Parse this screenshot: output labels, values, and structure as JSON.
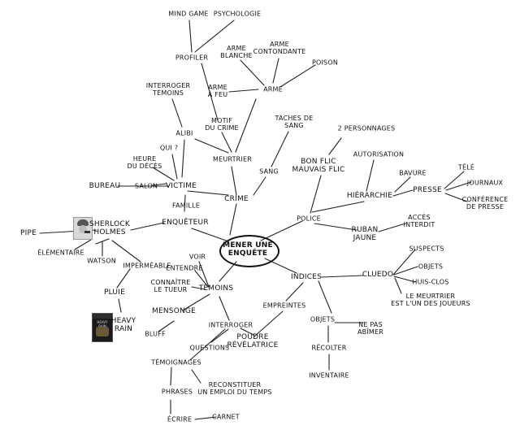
{
  "center": "MENER UNE\nENQUÊTE",
  "nodes": {
    "mind_game": "MIND GAME",
    "psychologie": "PSYCHOLOGIE",
    "profiler": "PROFILER",
    "arme_blanche": "ARME\nBLANCHE",
    "arme_contondante": "ARME\nCONTONDANTE",
    "poison": "POISON",
    "interroger_temoins": "INTERROGER\nTÉMOINS",
    "arme_a_feu": "ARME\nÀ FEU",
    "arme": "ARME",
    "mobile": "MOTIF\nDU CRIME",
    "taches_de_sang": "TACHES DE\nSANG",
    "alibi": "ALIBI",
    "qui": "QUI ?",
    "meurtrier": "MEURTRIER",
    "heure_deces": "HEURE\nDU DÉCÈS",
    "sang": "SANG",
    "deux_personnages": "2 PERSONNAGES",
    "bon_flic": "BON FLIC\nMAUVAIS FLIC",
    "autorisation": "AUTORISATION",
    "bureau": "BUREAU",
    "salon": "SALON",
    "victime": "VICTIME",
    "crime": "CRIME",
    "bavure": "BAVURE",
    "tele": "TÉLÉ",
    "journaux": "JOURNAUX",
    "presse": "PRESSE",
    "conference": "CONFÉRENCE\nDE PRESSE",
    "hierarchie": "HIÉRARCHIE",
    "famille": "FAMILLE",
    "sherlock": "SHERLOCK\nHOLMES",
    "enqueteur": "ENQUÊTEUR",
    "police": "POLICE",
    "acces_interdit": "ACCÈS\nINTERDIT",
    "ruban_jaune": "RUBAN\nJAUNE",
    "pipe": "PIPE",
    "elementaire": "ÉLÉMENTAIRE",
    "voir": "VOIR",
    "watson": "WATSON",
    "impermeable": "IMPERMÉABLE",
    "entendre": "ENTENDRE",
    "suspects": "SUSPECTS",
    "objets_cluedo": "OBJETS",
    "cluedo": "CLUEDO",
    "huis_clos": "HUIS-CLOS",
    "connaitre_tueur": "CONNAÎTRE\nLE TUEUR",
    "temoins": "TÉMOINS",
    "indices": "INDICES",
    "pluie": "PLUIE",
    "le_meurtrier": "LE MEURTRIER\nEST L'UN DES JOUEURS",
    "mensonge": "MENSONGE",
    "empreintes": "EMPREINTES",
    "heavy_rain": "HEAVY\nRAIN",
    "objets": "OBJETS",
    "ne_pas_abimer": "NE PAS\nABÎMER",
    "bluff": "BLUFF",
    "interroger": "INTERROGER",
    "poudre": "POUDRE\nRÉVÉLATRICE",
    "questions": "QUESTIONS",
    "recolter": "RÉCOLTER",
    "temoignages": "TÉMOIGNAGES",
    "inventaire": "INVENTAIRE",
    "reconstituer": "RECONSTITUER\nUN EMPLOI DU TEMPS",
    "phrases": "PHRASES",
    "ecrire": "ÉCRIRE",
    "carnet": "CARNET"
  },
  "cover_title": "HEAVY RAIN"
}
